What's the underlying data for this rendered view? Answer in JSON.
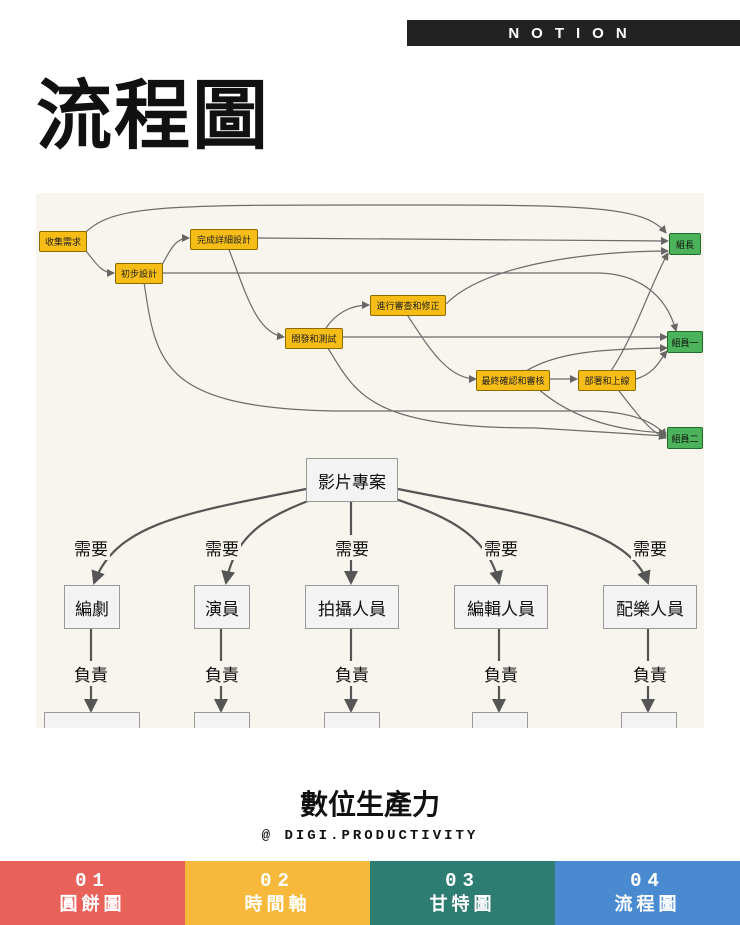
{
  "brand": "NOTION",
  "title": "流程圖",
  "flowchart": {
    "nodes": [
      {
        "id": "n1",
        "label": "收集需求",
        "color": "#f6bd16"
      },
      {
        "id": "n2",
        "label": "初步設計",
        "color": "#f6bd16"
      },
      {
        "id": "n3",
        "label": "完成詳細設計",
        "color": "#f6bd16"
      },
      {
        "id": "n4",
        "label": "進行審查和修正",
        "color": "#f6bd16"
      },
      {
        "id": "n5",
        "label": "開發和測試",
        "color": "#f6bd16"
      },
      {
        "id": "n6",
        "label": "最終確認和審核",
        "color": "#f6bd16"
      },
      {
        "id": "n7",
        "label": "部署和上線",
        "color": "#f6bd16"
      },
      {
        "id": "g1",
        "label": "組長",
        "color": "#4cb35a"
      },
      {
        "id": "g2",
        "label": "組員一",
        "color": "#4cb35a"
      },
      {
        "id": "g3",
        "label": "組員二",
        "color": "#4cb35a"
      }
    ]
  },
  "orgchart": {
    "root": "影片專案",
    "need_label": "需要",
    "resp_label": "負責",
    "roles": [
      "編劇",
      "演員",
      "拍攝人員",
      "編輯人員",
      "配樂人員"
    ]
  },
  "footer": {
    "title": "數位生產力",
    "handle": "@ DIGI.PRODUCTIVITY"
  },
  "tabs": [
    {
      "num": "01",
      "label": "圓餅圖",
      "color": "#e8625a"
    },
    {
      "num": "02",
      "label": "時間軸",
      "color": "#f6b93b"
    },
    {
      "num": "03",
      "label": "甘特圖",
      "color": "#2e7d73"
    },
    {
      "num": "04",
      "label": "流程圖",
      "color": "#4a8ad0"
    }
  ]
}
